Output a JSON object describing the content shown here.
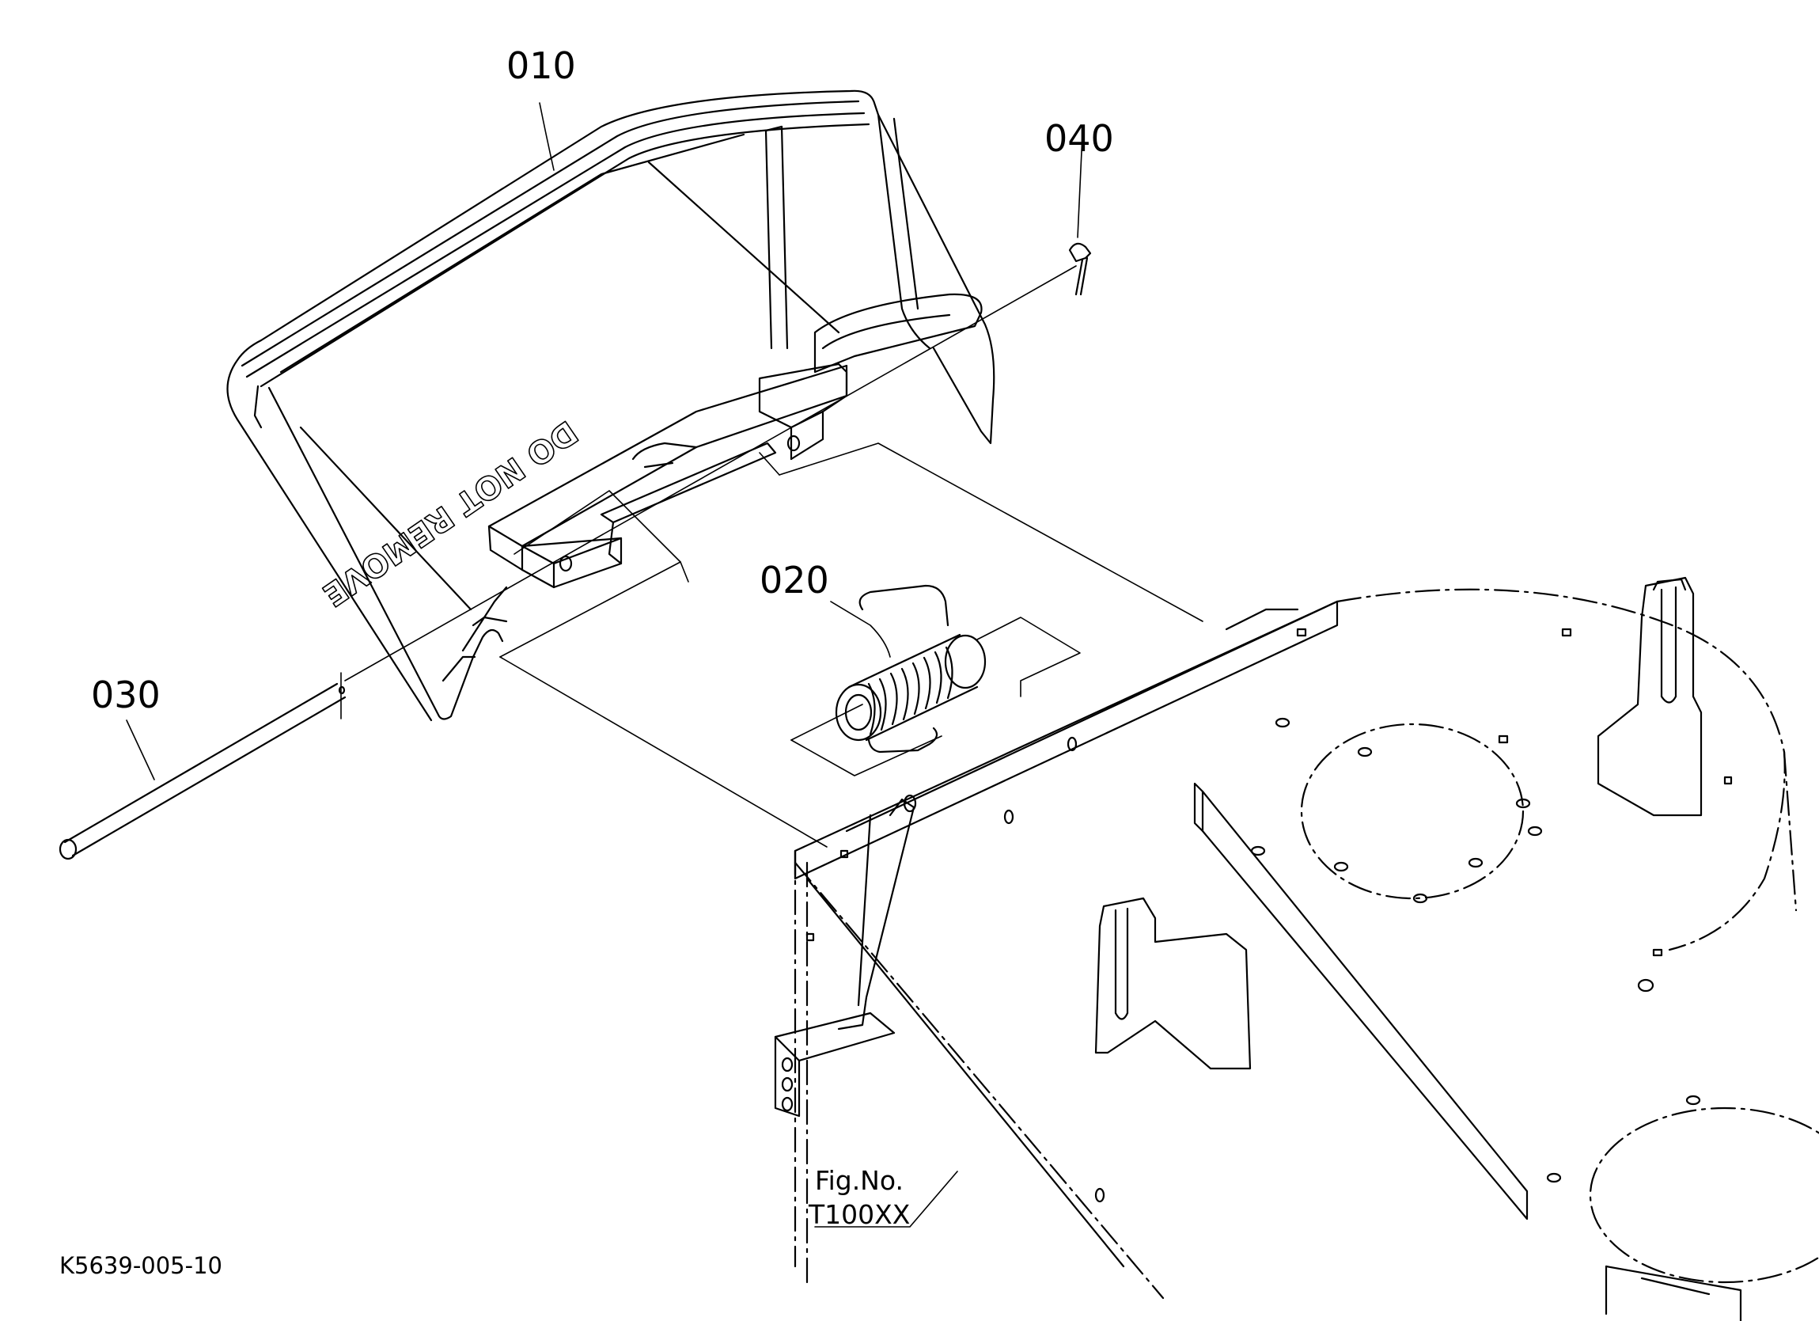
{
  "labels": {
    "part_010": "010",
    "part_020": "020",
    "part_030": "030",
    "part_040": "040",
    "fig_line1": "Fig.No.",
    "fig_line2": "T100XX",
    "drawing_code": "K5639-005-10"
  },
  "stamp_text": "DO NOT REMOVE",
  "colors": {
    "line": "#000000",
    "background": "#ffffff"
  }
}
